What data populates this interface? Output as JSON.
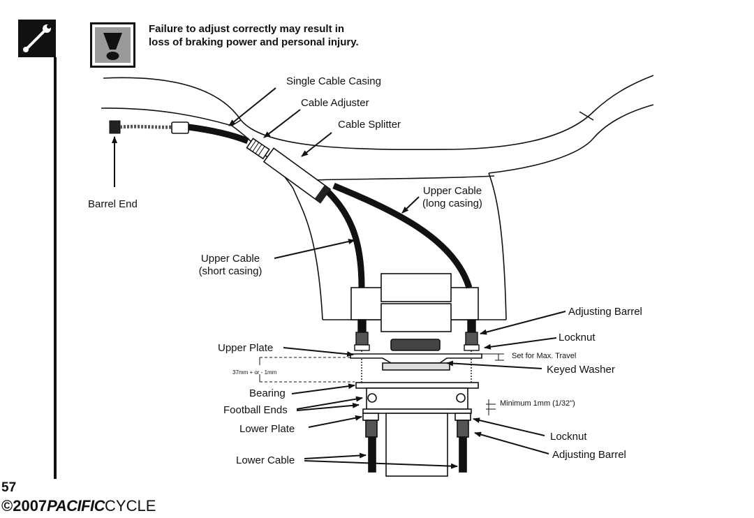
{
  "warning": {
    "line1": "Failure to adjust correctly may result in",
    "line2": "loss of braking power and personal injury."
  },
  "icons": {
    "tool": "wrench-icon",
    "warning": "warning-exclamation-icon"
  },
  "labels": {
    "single_cable_casing": "Single Cable Casing",
    "cable_adjuster": "Cable Adjuster",
    "cable_splitter": "Cable Splitter",
    "barrel_end": "Barrel End",
    "upper_cable_long_1": "Upper Cable",
    "upper_cable_long_2": "(long casing)",
    "upper_cable_short_1": "Upper Cable",
    "upper_cable_short_2": "(short casing)",
    "adjusting_barrel_top": "Adjusting Barrel",
    "locknut_top": "Locknut",
    "set_for_max_travel": "Set for Max. Travel",
    "upper_plate": "Upper Plate",
    "spacing": "37mm + or - 1mm",
    "keyed_washer": "Keyed Washer",
    "bearing": "Bearing",
    "minimum": "Minimum 1mm (1/32\")",
    "football_ends": "Football Ends",
    "lower_plate": "Lower Plate",
    "locknut_bottom": "Locknut",
    "lower_cable": "Lower Cable",
    "adjusting_barrel_bottom": "Adjusting Barrel"
  },
  "footer": {
    "page_number": "57",
    "copyright_symbol": "©",
    "year": "2007",
    "brand_bold": "PACIFIC",
    "brand_light": "CYCLE"
  }
}
